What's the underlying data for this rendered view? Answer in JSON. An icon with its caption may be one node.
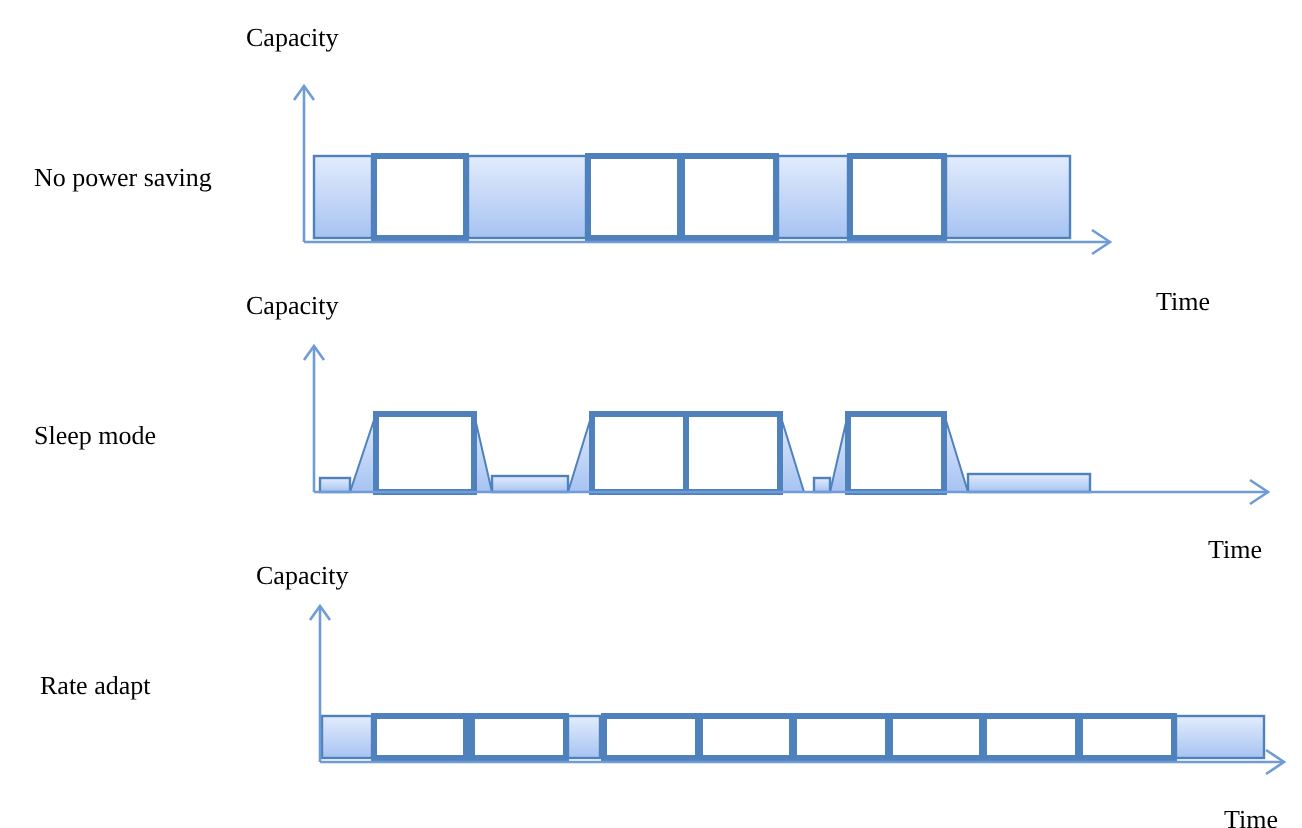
{
  "diagram": {
    "labels": [
      "Capacity",
      "No power saving",
      "Time",
      "Capacity",
      "Sleep mode",
      "Time",
      "Capacity",
      "Rate adapt",
      "Time"
    ]
  }
}
